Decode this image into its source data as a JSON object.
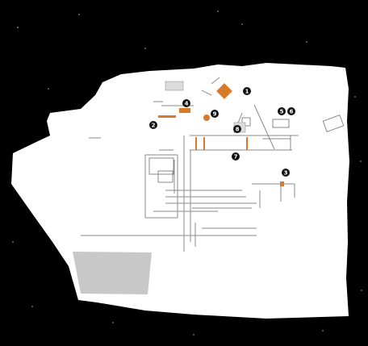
{
  "map": {
    "background_color": "#000000",
    "land_color": "#ffffff",
    "paved_area_color": "#c8c8c8",
    "highlight_color": "#d97a2b",
    "line_color": "#8a8a8a",
    "marker_color": "#111111",
    "markers": [
      {
        "label": "1",
        "kind": "numbered-marker"
      },
      {
        "label": "2",
        "kind": "numbered-marker"
      },
      {
        "label": "3",
        "kind": "numbered-marker"
      },
      {
        "label": "4",
        "kind": "numbered-marker"
      },
      {
        "label": "5",
        "kind": "numbered-marker"
      },
      {
        "label": "6",
        "kind": "numbered-marker"
      },
      {
        "label": "7",
        "kind": "numbered-marker"
      },
      {
        "label": "8",
        "kind": "numbered-marker"
      },
      {
        "label": "9",
        "kind": "numbered-marker"
      }
    ]
  }
}
